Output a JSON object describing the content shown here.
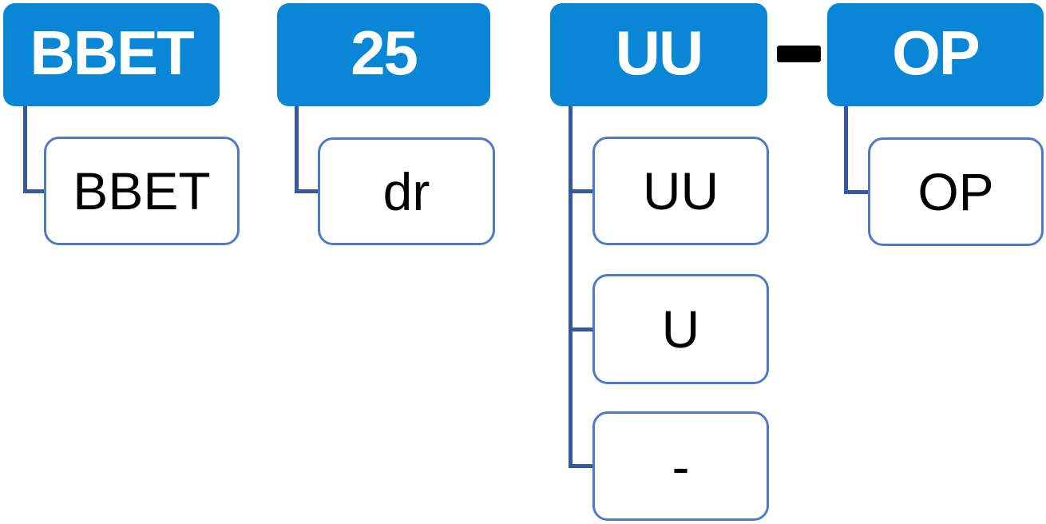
{
  "diagram": {
    "type": "hierarchy",
    "colors": {
      "node_fill": "#0986d6",
      "header_text": "#ffffff",
      "child_border": "#4d79c6",
      "child_text": "#000000",
      "connector": "#35589e",
      "separator": "#000000",
      "background": "#ffffff"
    },
    "columns": [
      {
        "header": "BBET",
        "children": [
          "BBET"
        ]
      },
      {
        "header": "25",
        "children": [
          "dr"
        ]
      },
      {
        "header": "UU",
        "children": [
          "UU",
          "U",
          "-"
        ]
      },
      {
        "header": "OP",
        "children": [
          "OP"
        ]
      }
    ],
    "separator": {
      "glyph": "-",
      "meaning": "hyphen between UU and OP headers"
    }
  }
}
